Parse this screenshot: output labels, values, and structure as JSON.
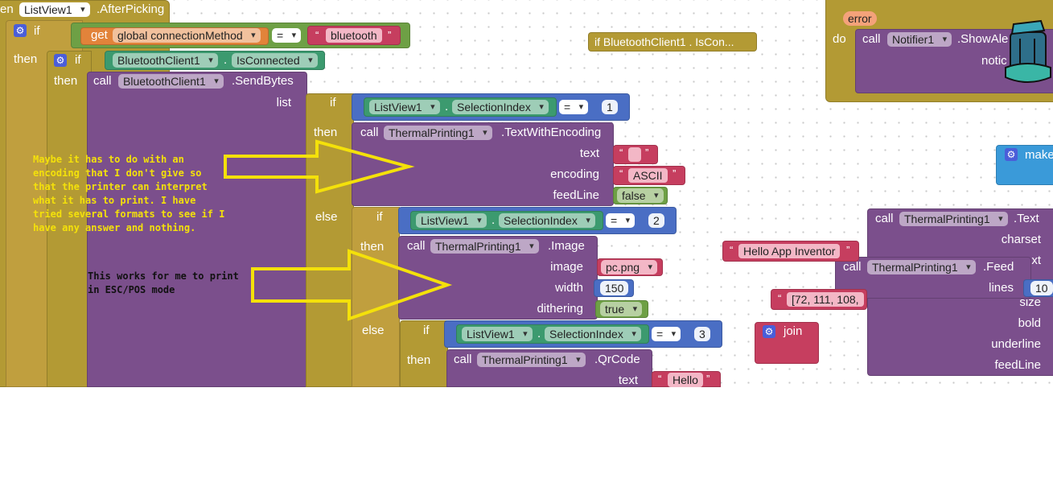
{
  "event": {
    "prefix": "en",
    "component": "ListView1",
    "event": ".AfterPicking"
  },
  "if_outer": {
    "if": "if",
    "then": "then",
    "get": "get",
    "variable": "global connectionMethod",
    "op": "=",
    "value": "bluetooth"
  },
  "if_connected": {
    "if": "if",
    "then": "then",
    "component": "BluetoothClient1",
    "property": "IsConnected"
  },
  "send_bytes": {
    "call": "call",
    "component": "BluetoothClient1",
    "method": ".SendBytes",
    "param": "list"
  },
  "branch1": {
    "if": "if",
    "then": "then",
    "component": "ListView1",
    "property": "SelectionIndex",
    "op": "=",
    "value": "1",
    "call": "call",
    "printer": "ThermalPrinting1",
    "method": ".TextWithEncoding",
    "params": [
      "text",
      "encoding",
      "feedLine"
    ],
    "text_value": "",
    "encoding_value": "ASCII",
    "feed_value": "false"
  },
  "branch2": {
    "else": "else",
    "if": "if",
    "then": "then",
    "component": "ListView1",
    "property": "SelectionIndex",
    "op": "=",
    "value": "2",
    "call": "call",
    "printer": "ThermalPrinting1",
    "method": ".Image",
    "params": [
      "image",
      "width",
      "dithering"
    ],
    "image_value": "pc.png",
    "width_value": "150",
    "dithering_value": "true"
  },
  "branch3": {
    "else": "else",
    "if": "if",
    "then": "then",
    "component": "ListView1",
    "property": "SelectionIndex",
    "op": "=",
    "value": "3",
    "call": "call",
    "printer": "ThermalPrinting1",
    "method": ".QrCode",
    "params": [
      "text"
    ],
    "text_value": "Hello"
  },
  "annotations": {
    "note1": "Maybe it has to do with an encoding that I don't give so that the printer can interpret what it has to print. I have tried several formats to see if I have any answer and nothing.",
    "note2": "This works for me to print in ESC/POS mode"
  },
  "floating": {
    "collapsed": "if BluetoothClient1 . IsCon...",
    "hello": "Hello App Inventor",
    "bytes": "[72, 111, 108,",
    "join": "join",
    "make": "make"
  },
  "error_handler": {
    "error": "error",
    "do": "do",
    "call": "call",
    "component": "Notifier1",
    "method": ".ShowAle",
    "param": "notic"
  },
  "text_block": {
    "call": "call",
    "printer": "ThermalPrinting1",
    "method": ".Text",
    "params": [
      "charset",
      "ext",
      "size",
      "bold",
      "underline",
      "feedLine"
    ]
  },
  "feed_block": {
    "call": "call",
    "printer": "ThermalPrinting1",
    "method": ".Feed",
    "param": "lines",
    "lines_value": "10"
  },
  "colors": {
    "control": "#b39a34",
    "procedure": "#7b4f8c",
    "logic": "#6ea045",
    "math": "#4a6ec4",
    "text": "#c63e5f",
    "variable": "#e2833a",
    "component_getter": "#3c9a6f",
    "annotation": "#f4e10a"
  },
  "icons": [
    "gear-icon",
    "arrow-icon",
    "trash-icon"
  ]
}
